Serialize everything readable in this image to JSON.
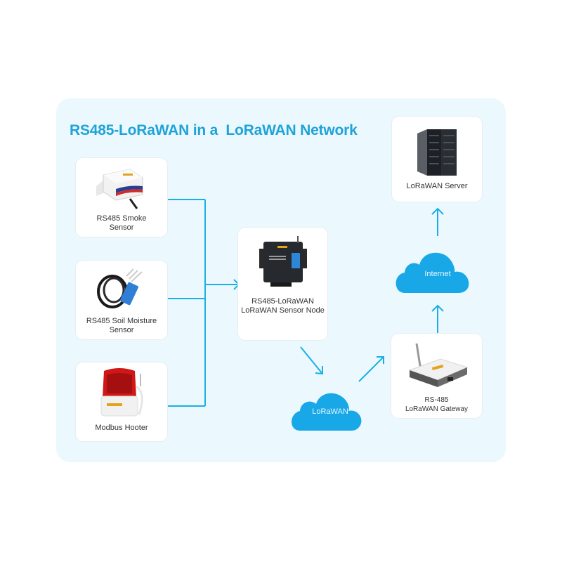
{
  "title": "RS485-LoRaWAN in a  LoRaWAN Network",
  "colors": {
    "accent": "#1fa3d8",
    "cloud": "#18a8e8",
    "panel": "#ebf8fe",
    "line": "#1ab0e6"
  },
  "devices": [
    {
      "label": "RS485 Smoke\nSensor",
      "icon": "smoke-sensor-icon"
    },
    {
      "label": "RS485 Soil Moisture\nSensor",
      "icon": "soil-moisture-sensor-icon"
    },
    {
      "label": "Modbus Hooter",
      "icon": "hooter-icon"
    }
  ],
  "node": {
    "label": "RS485-LoRaWAN\nLoRaWAN Sensor Node",
    "icon": "sensor-node-icon"
  },
  "clouds": {
    "lorawan": "LoRaWAN",
    "internet": "Internet"
  },
  "gateway": {
    "label": "RS-485\nLoRaWAN  Gateway",
    "icon": "gateway-icon"
  },
  "server": {
    "label": "LoRaWAN  Server",
    "icon": "server-icon"
  }
}
